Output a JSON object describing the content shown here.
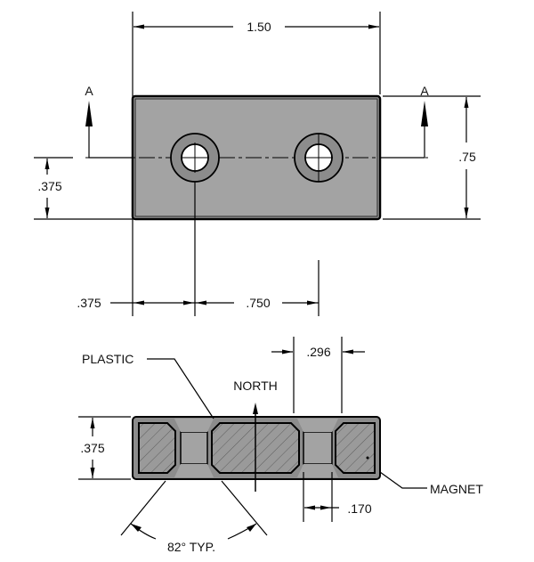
{
  "drawing": {
    "title": "Magnet holder technical drawing",
    "colors": {
      "body": "#a3a3a3",
      "plastic_shell": "#8c8c8c",
      "magnet_fill": "#9a9a9a",
      "hatch": "#5a5a5a",
      "line": "#000000",
      "hole": "#ffffff"
    },
    "top_view": {
      "section_markers": [
        "A",
        "A"
      ],
      "dimensions": {
        "overall_width": "1.50",
        "overall_height": ".75",
        "hole_center_height": ".375",
        "first_hole_offset": ".375",
        "hole_spacing": ".750"
      }
    },
    "section_view": {
      "labels": {
        "plastic": "PLASTIC",
        "north": "NORTH",
        "magnet": "MAGNET",
        "angle": "82° TYP."
      },
      "dimensions": {
        "thickness": ".375",
        "magnet_width": ".296",
        "gap_width": ".170"
      }
    }
  }
}
